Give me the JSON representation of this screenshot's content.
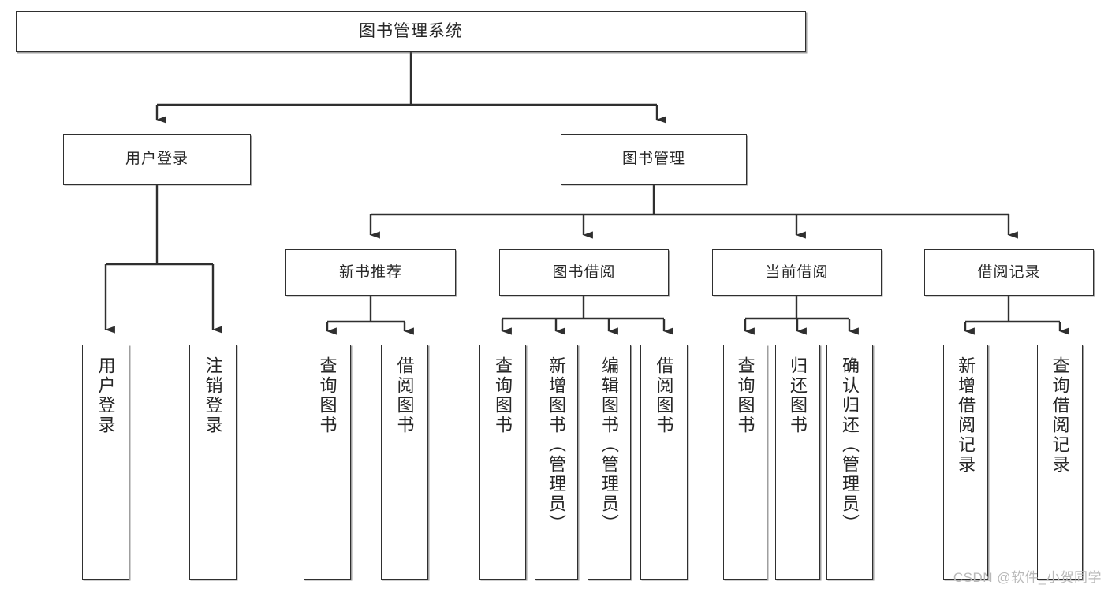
{
  "diagram": {
    "type": "tree",
    "title": "图书管理系统",
    "watermark": "CSDN @软件_小贺同学",
    "colors": {
      "stroke": "#2f2f2f",
      "fill": "#ffffff",
      "text": "#262626",
      "watermark": "#b9b9b9",
      "background": "#ffffff"
    },
    "nodes": {
      "root": {
        "label": "图书管理系统"
      },
      "level2": [
        {
          "label": "用户登录"
        },
        {
          "label": "图书管理"
        }
      ],
      "level3": [
        {
          "label": "新书推荐"
        },
        {
          "label": "图书借阅"
        },
        {
          "label": "当前借阅"
        },
        {
          "label": "借阅记录"
        }
      ],
      "leaves": {
        "user_login": [
          {
            "label": "用户登录"
          },
          {
            "label": "注销登录"
          }
        ],
        "new_book_recommend": [
          {
            "label": "查询图书"
          },
          {
            "label": "借阅图书"
          }
        ],
        "book_borrow": [
          {
            "label": "查询图书"
          },
          {
            "label": "新增图书（管理员）"
          },
          {
            "label": "编辑图书（管理员）"
          },
          {
            "label": "借阅图书"
          }
        ],
        "current_borrow": [
          {
            "label": "查询图书"
          },
          {
            "label": "归还图书"
          },
          {
            "label": "确认归还（管理员）"
          }
        ],
        "borrow_record": [
          {
            "label": "新增借阅记录"
          },
          {
            "label": "查询借阅记录"
          }
        ]
      }
    }
  }
}
